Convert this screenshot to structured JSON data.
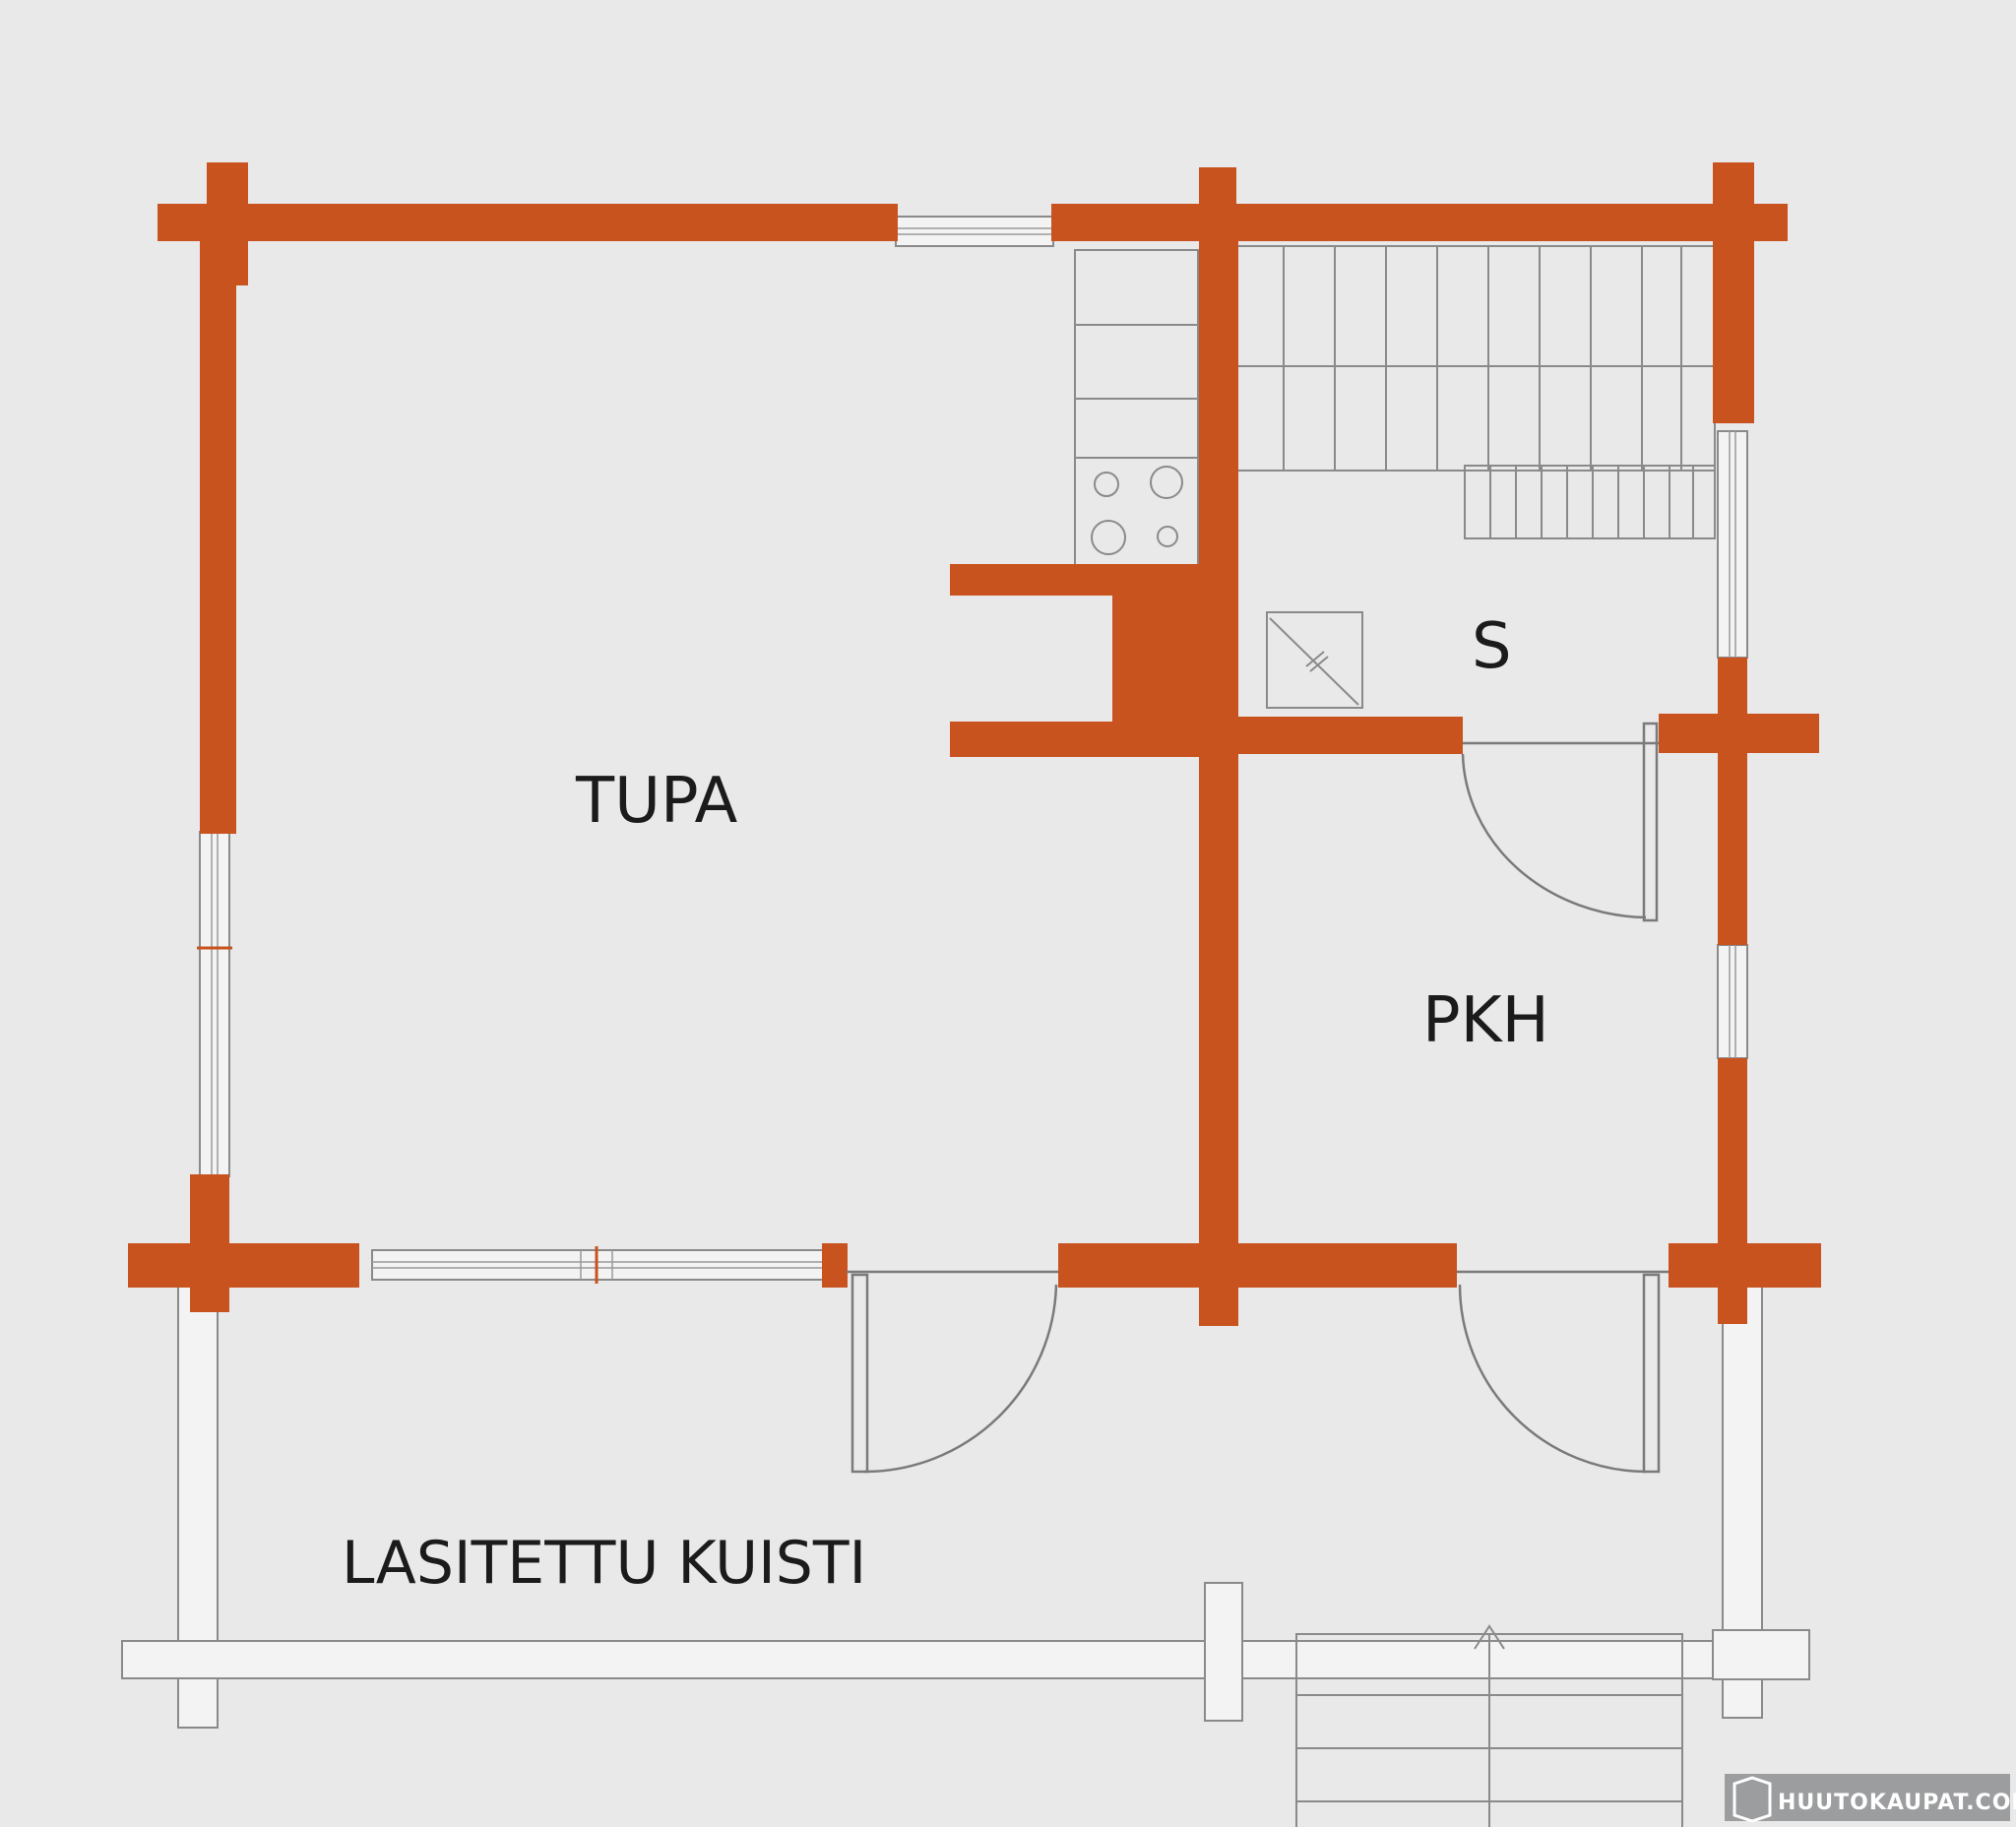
{
  "rooms": {
    "tupa": "TUPA",
    "sauna": "S",
    "pkh": "PKH",
    "porch": "LASITETTU KUISTI"
  },
  "watermark": "HUUTOKAUPAT.COM",
  "colors": {
    "background": "#e9e9ea",
    "wall": "#c9531f"
  }
}
